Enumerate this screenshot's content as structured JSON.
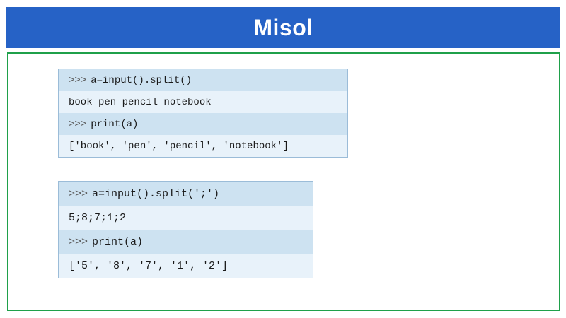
{
  "header": {
    "title": "Misol"
  },
  "colors": {
    "header_bg": "#2662c6",
    "frame_border": "#1fa04a",
    "prompt_row": "#cde2f1",
    "output_row": "#e8f2fa"
  },
  "blocks": [
    {
      "rows": [
        {
          "prompt": ">>>",
          "text": "a=input().split()"
        },
        {
          "text": "book pen pencil notebook"
        },
        {
          "prompt": ">>>",
          "text": "print(a)"
        },
        {
          "text": "['book', 'pen', 'pencil', 'notebook']"
        }
      ]
    },
    {
      "rows": [
        {
          "prompt": ">>>",
          "text": "a=input().split(';')"
        },
        {
          "text": "5;8;7;1;2"
        },
        {
          "prompt": ">>>",
          "text": "print(a)"
        },
        {
          "text": "['5', '8', '7', '1', '2']"
        }
      ]
    }
  ]
}
